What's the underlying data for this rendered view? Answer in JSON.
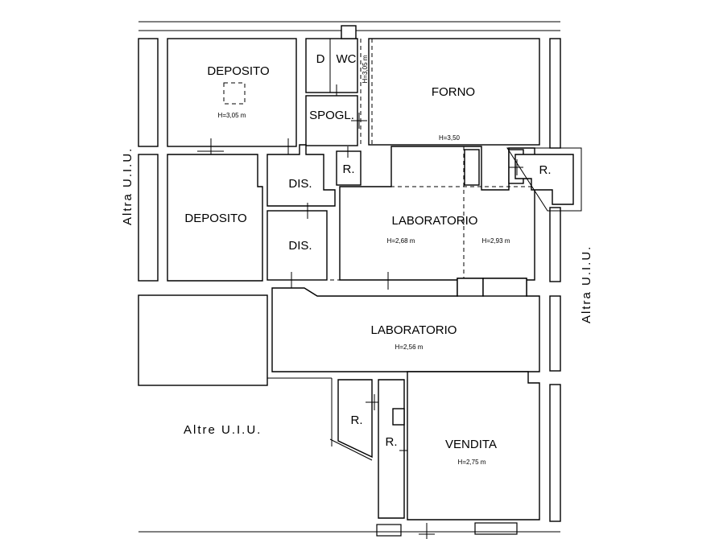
{
  "rooms": {
    "deposito_top": "DEPOSITO",
    "deposito_top_h": "H=3,05 m",
    "d": "D",
    "wc": "WC",
    "wc_h": "H=3,05 m",
    "forno": "FORNO",
    "forno_h": "H=3,50",
    "spogl": "SPOGL.",
    "r1": "R.",
    "r2": "R.",
    "dis1": "DIS.",
    "dis2": "DIS.",
    "deposito_mid": "DEPOSITO",
    "lab_top": "LABORATORIO",
    "lab_top_h1": "H=2,68 m",
    "lab_top_h2": "H=2,93 m",
    "lab_main": "LABORATORIO",
    "lab_main_h": "H=2,56 m",
    "r3": "R.",
    "r4": "R.",
    "vendita": "VENDITA",
    "vendita_h": "H=2,75 m"
  },
  "neighbors": {
    "left": "Altra U.I.U.",
    "right": "Altra U.I.U.",
    "bottom_left": "Altre U.I.U."
  }
}
